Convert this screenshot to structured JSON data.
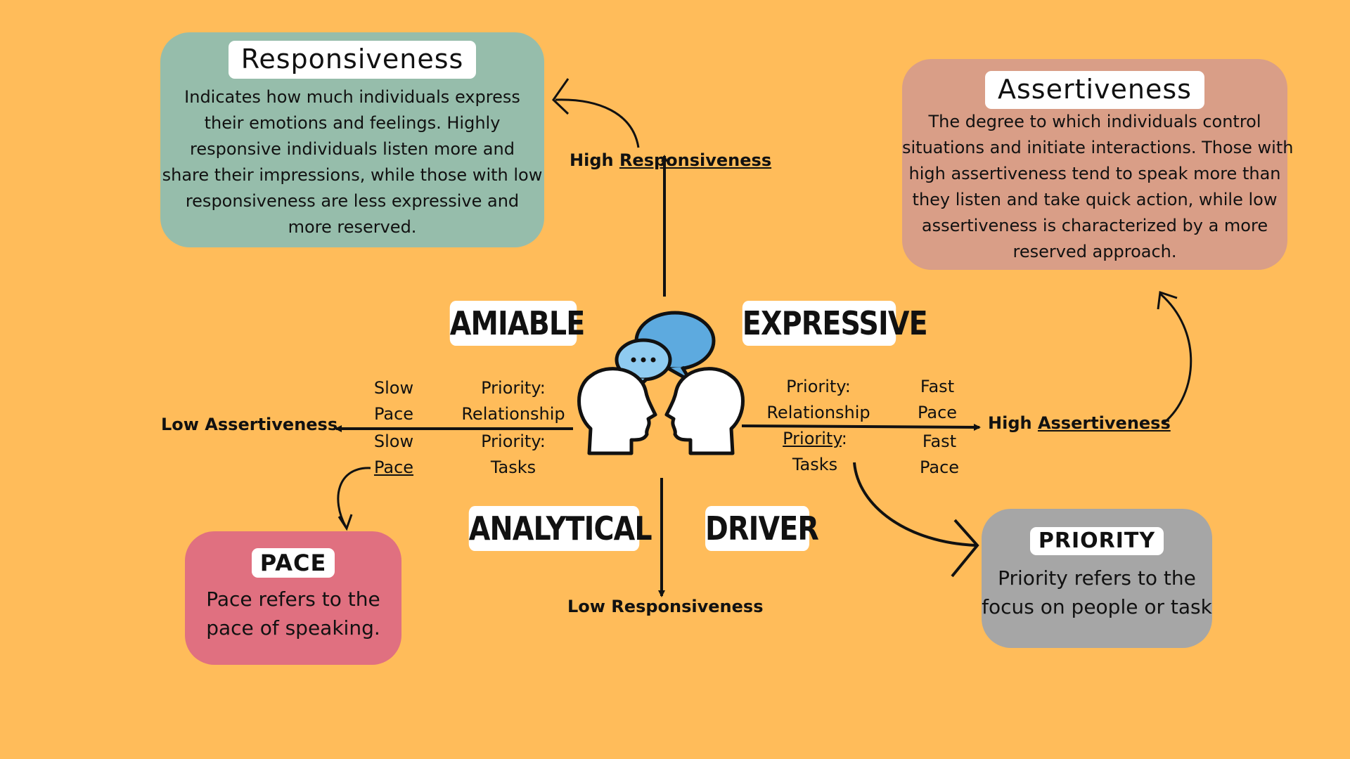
{
  "cards": {
    "responsiveness": {
      "title": "Responsiveness",
      "lines": [
        "Indicates how much individuals express",
        "their emotions and feelings. Highly",
        "responsive individuals listen more and",
        "share their impressions, while those with low",
        "responsiveness are less expressive and",
        "more reserved."
      ],
      "color": "#96BDAB"
    },
    "assertiveness": {
      "title": "Assertiveness",
      "lines": [
        "The degree to which individuals control",
        "situations and initiate interactions. Those with",
        "high assertiveness tend to speak more than",
        "they listen and take quick action, while low",
        "assertiveness is characterized by a more",
        "reserved approach."
      ],
      "color": "#D99E87"
    },
    "pace": {
      "title": "PACE",
      "lines": [
        "Pace refers to the",
        "pace of speaking."
      ],
      "color": "#E07080"
    },
    "priority": {
      "title": "PRIORITY",
      "lines": [
        "Priority refers to the",
        "focus on people or task"
      ],
      "color": "#A6A6A6"
    }
  },
  "quadrants": {
    "amiable": "AMIABLE",
    "expressive": "EXPRESSIVE",
    "analytical": "ANALYTICAL",
    "driver": "DRIVER"
  },
  "axes": {
    "high_responsiveness_prefix": "High",
    "high_responsiveness_word": "Responsiveness",
    "low_responsiveness": "Low Responsiveness",
    "low_assertiveness": "Low Assertiveness",
    "high_assertiveness_prefix": "High",
    "high_assertiveness_word": "Assertiveness"
  },
  "left_side": {
    "pace_top": [
      "Slow",
      "Pace"
    ],
    "pace_bottom_1": "Slow",
    "pace_bottom_2": "Pace",
    "priority_top": [
      "Priority:",
      "Relationship"
    ],
    "priority_bottom": [
      "Priority:",
      "Tasks"
    ]
  },
  "right_side": {
    "priority_top": [
      "Priority:",
      "Relationship"
    ],
    "priority_bottom_1": "Priority",
    "priority_bottom_colon": ":",
    "priority_bottom_2": "Tasks",
    "pace_top": [
      "Fast",
      "Pace"
    ],
    "pace_bottom": [
      "Fast",
      "Pace"
    ]
  },
  "colors": {
    "background": "#FFBC5A",
    "bubble_dark": "#5DAADF",
    "bubble_light": "#8FCBF0"
  },
  "icons": [
    "two-heads-talking-icon",
    "speech-bubble-icon"
  ]
}
